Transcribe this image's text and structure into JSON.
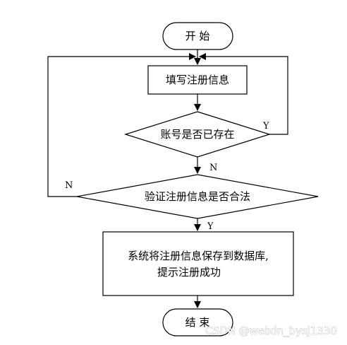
{
  "nodes": {
    "start": "开 始",
    "fill_info": "填写注册信息",
    "check_account": "账号是否已存在",
    "validate": "验证注册信息是否合法",
    "save_line1": "系统将注册信息保存到数据库,",
    "save_line2": "提示注册成功",
    "end": "结 束"
  },
  "edges": {
    "account_exists_yes": "Y",
    "account_exists_no": "N",
    "validate_no": "N",
    "validate_yes": "Y"
  },
  "watermark": "CSDN @weixin_bysj1330"
}
